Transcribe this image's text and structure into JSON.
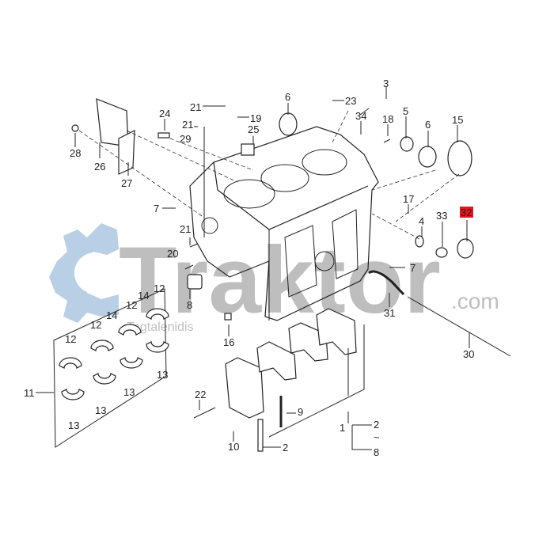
{
  "watermark": {
    "brand": "Traktor",
    "domain": ".com",
    "author": "Tagtalenidis",
    "gear_color": "#b8cfe6",
    "text_color": "#a9a9a9"
  },
  "highlight_color": "#e8141b",
  "callouts": [
    "28",
    "26",
    "27",
    "24",
    "21",
    "21",
    "29",
    "19",
    "25",
    "6",
    "23",
    "3",
    "34",
    "18",
    "5",
    "6",
    "15",
    "7",
    "17",
    "4",
    "33",
    "32",
    "21",
    "20",
    "7",
    "12",
    "8",
    "14",
    "12",
    "14",
    "12",
    "12",
    "31",
    "16",
    "30",
    "11",
    "13",
    "13",
    "13",
    "13",
    "22",
    "9",
    "1",
    "2",
    "~",
    "8",
    "10",
    "2"
  ],
  "highlighted_part": "32"
}
